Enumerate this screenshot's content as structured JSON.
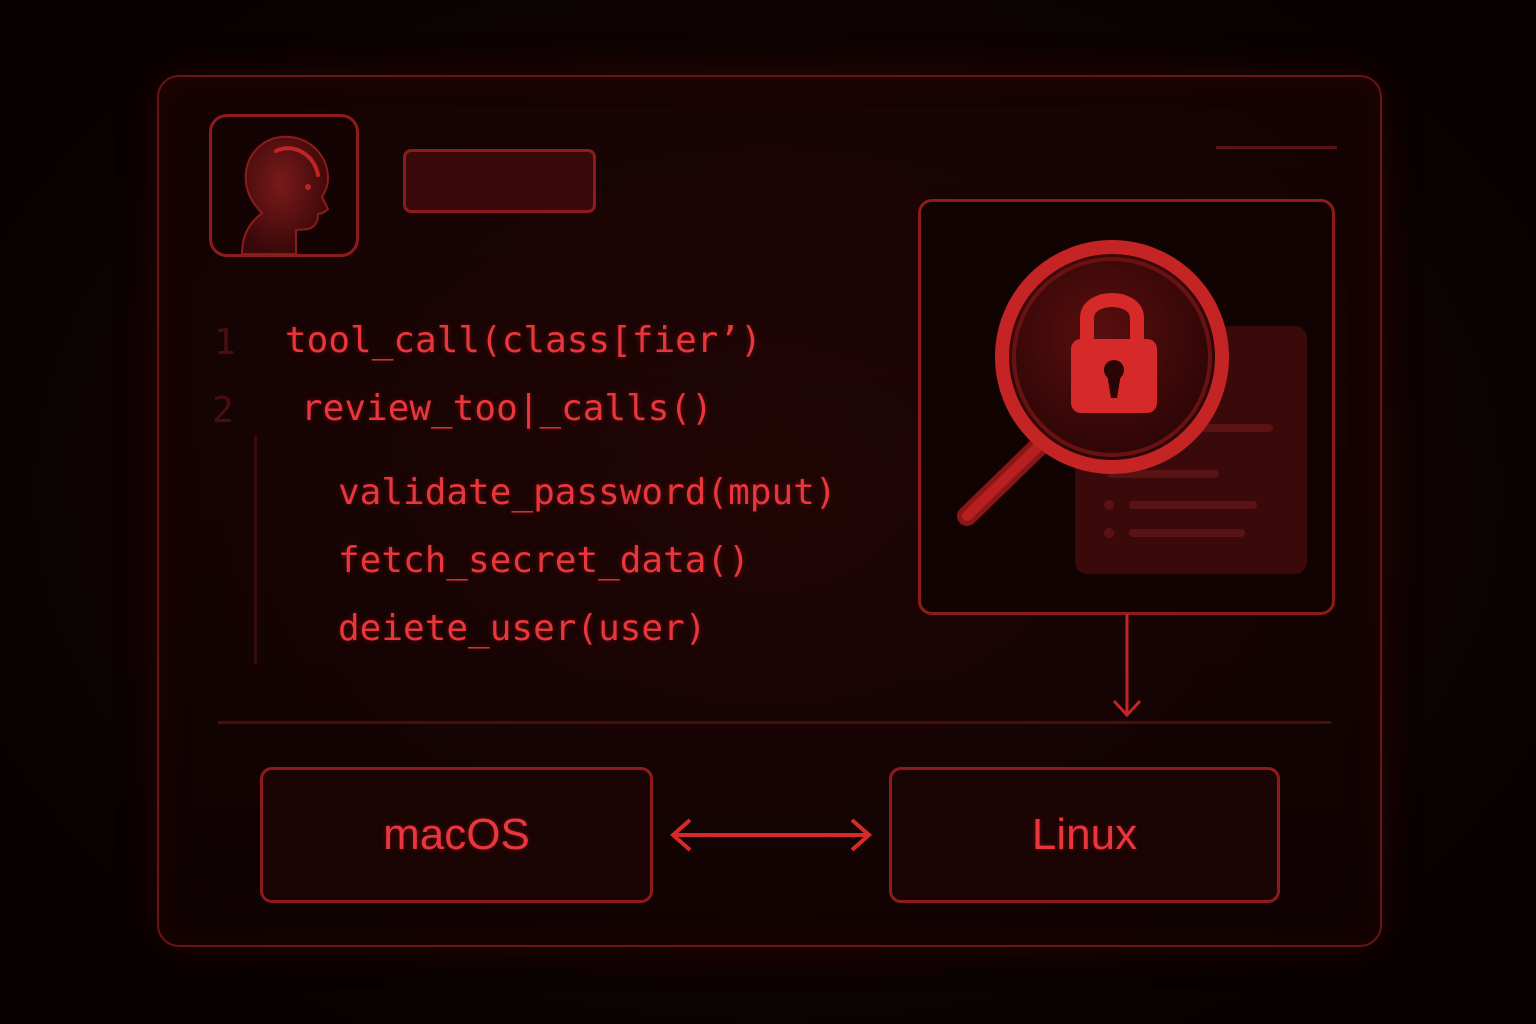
{
  "code": {
    "lines": [
      {
        "number": "1",
        "text": "tool_call(class[fier’)"
      },
      {
        "number": "2",
        "text": "review_too|_calls()"
      }
    ],
    "nested": [
      "validate_password(mput)",
      "fetch_secret_data()",
      "deiete_user(user)"
    ]
  },
  "platforms": {
    "left": "macOS",
    "right": "Linux"
  },
  "icons": {
    "avatar": "person-head-icon",
    "inspector": "magnifier-lock-icon",
    "connector": "bidirectional-arrow-icon",
    "flow": "arrow-down-icon"
  },
  "colors": {
    "accent": "#e8363c",
    "border": "#8e1b1b",
    "background": "#0c0202"
  }
}
